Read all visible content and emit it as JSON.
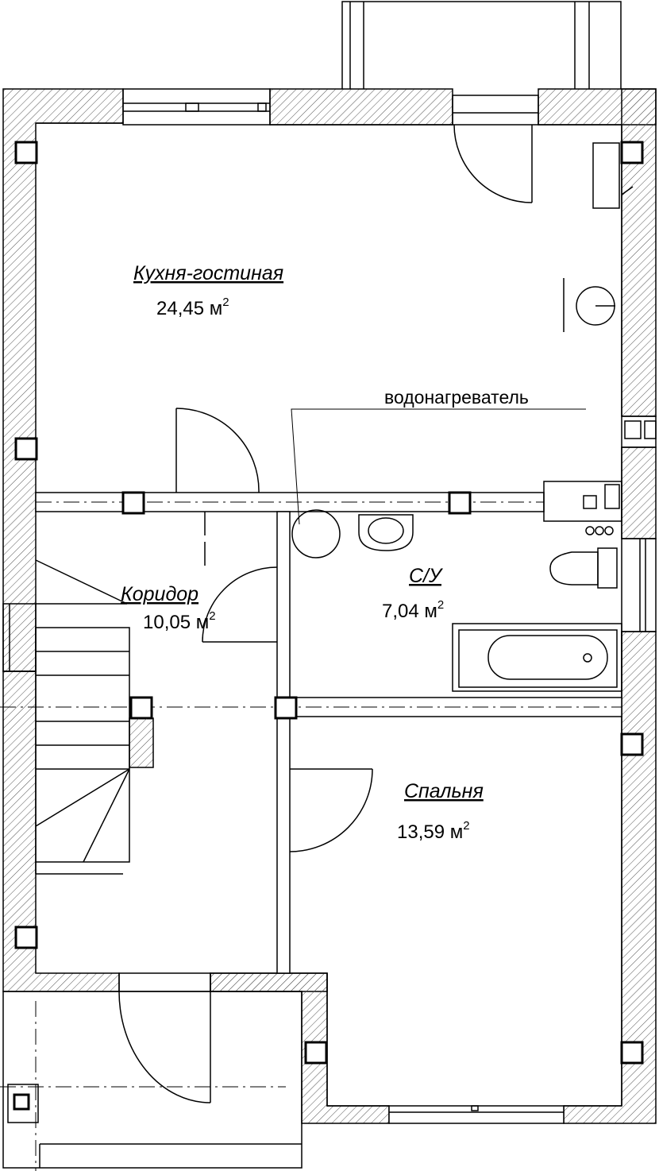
{
  "rooms": [
    {
      "id": "kitchen-living",
      "name": "Кухня-гостиная",
      "area": "24,45 м",
      "unit_power": "2"
    },
    {
      "id": "corridor",
      "name": "Коридор",
      "area": "10,05 м",
      "unit_power": "2"
    },
    {
      "id": "bathroom",
      "name": "С/У",
      "area": "7,04 м",
      "unit_power": "2"
    },
    {
      "id": "bedroom",
      "name": "Спальня",
      "area": "13,59 м",
      "unit_power": "2"
    }
  ],
  "annotations": {
    "water_heater": "водонагреватель"
  },
  "colors": {
    "line": "#000000",
    "hatch": "#555555",
    "background": "#ffffff"
  }
}
